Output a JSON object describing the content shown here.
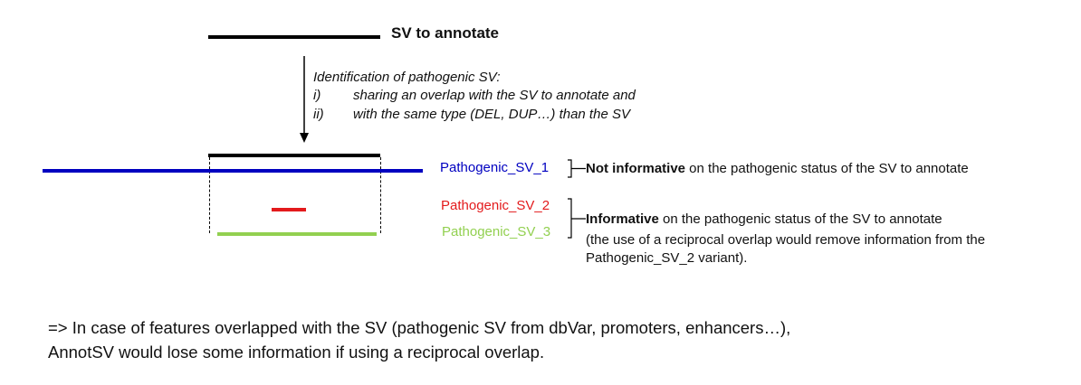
{
  "sv_title": "SV to annotate",
  "identification": {
    "heading": "Identification of pathogenic SV:",
    "items": [
      {
        "num": "i)",
        "text": "sharing an overlap with the SV to annotate and"
      },
      {
        "num": "ii)",
        "text": "with the same type (DEL, DUP…) than the SV"
      }
    ]
  },
  "pathogenic": [
    {
      "name": "Pathogenic_SV_1",
      "color": "#0000c0"
    },
    {
      "name": "Pathogenic_SV_2",
      "color": "#e31a1c"
    },
    {
      "name": "Pathogenic_SV_3",
      "color": "#92d050"
    }
  ],
  "annotations": {
    "not_informative": {
      "bold": "Not informative",
      "rest": " on the pathogenic status of the SV to annotate"
    },
    "informative": {
      "bold": "Informative",
      "rest": " on the pathogenic status of the SV to annotate",
      "line2": "(the use of a reciprocal overlap would remove information from the",
      "line3": "Pathogenic_SV_2 variant)."
    }
  },
  "conclusion": {
    "line1": "=> In case of features overlapped with the SV (pathogenic SV from dbVar, promoters, enhancers…),",
    "line2": "AnnotSV would lose some information if using a reciprocal overlap."
  }
}
